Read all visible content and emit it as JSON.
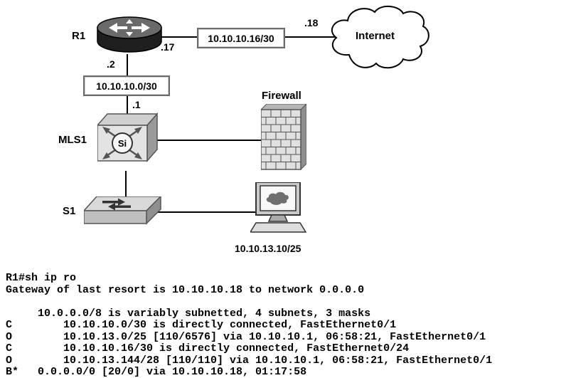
{
  "diagram": {
    "devices": {
      "router_label": "R1",
      "mls_label": "MLS1",
      "switch_label": "S1",
      "firewall_label": "Firewall",
      "internet_label": "Internet",
      "pc_ip_label": "10.10.13.10/25",
      "mls_si_badge": "Si"
    },
    "interfaces": {
      "r1_wan_ip": ".17",
      "internet_ip": ".18",
      "r1_lan_ip": ".2",
      "mls_ip": ".1"
    },
    "subnets": {
      "wan_subnet": "10.10.10.16/30",
      "lan_subnet": "10.10.10.0/30"
    }
  },
  "console": {
    "lines": [
      "R1#sh ip ro",
      "Gateway of last resort is 10.10.10.18 to network 0.0.0.0",
      " ",
      "     10.0.0.0/8 is variably subnetted, 4 subnets, 3 masks",
      "C        10.10.10.0/30 is directly connected, FastEthernet0/1",
      "O        10.10.13.0/25 [110/6576] via 10.10.10.1, 06:58:21, FastEthernet0/1",
      "C        10.10.10.16/30 is directly connected, FastEthernet0/24",
      "O        10.10.13.144/28 [110/110] via 10.10.10.1, 06:58:21, FastEthernet0/1",
      "B*   0.0.0.0/0 [20/0] via 10.10.10.18, 01:17:58"
    ]
  }
}
